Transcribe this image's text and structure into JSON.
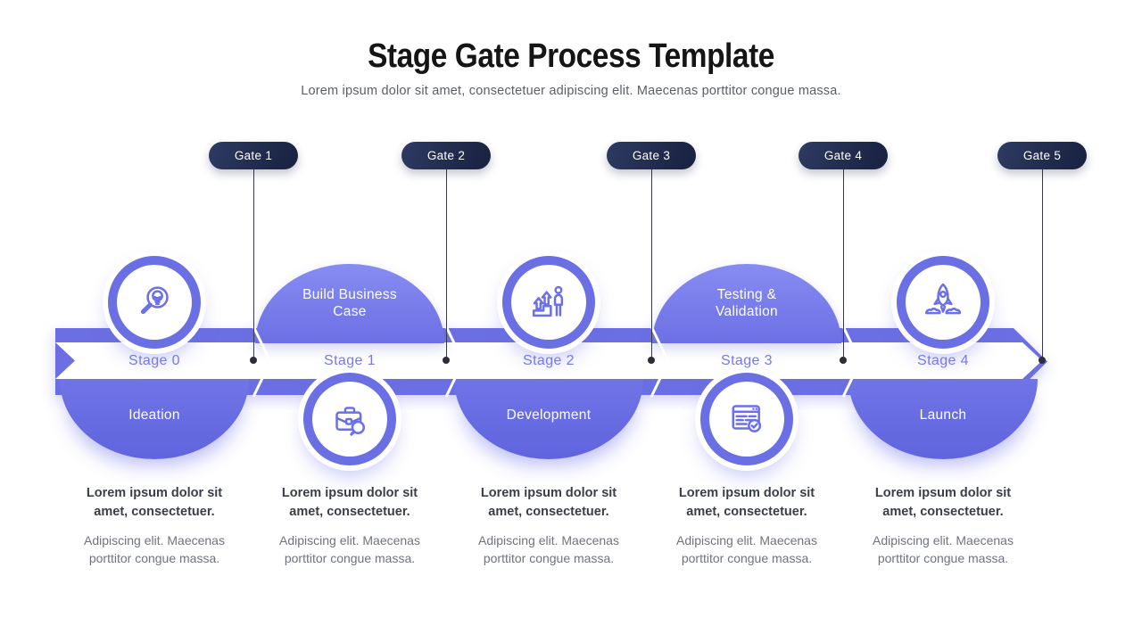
{
  "header": {
    "title": "Stage Gate Process Template",
    "subtitle": "Lorem ipsum dolor sit amet, consectetuer adipiscing elit. Maecenas porttitor congue massa."
  },
  "gates": [
    {
      "label": "Gate 1"
    },
    {
      "label": "Gate 2"
    },
    {
      "label": "Gate 3"
    },
    {
      "label": "Gate 4"
    },
    {
      "label": "Gate 5"
    }
  ],
  "stages": [
    {
      "stage_label": "Stage 0",
      "phase_label": "Ideation",
      "icon": "idea-search-icon",
      "desc_title": "Lorem ipsum dolor sit amet, consectetuer.",
      "desc_body": "Adipiscing elit. Maecenas porttitor congue massa."
    },
    {
      "stage_label": "Stage 1",
      "phase_label": "Build Business Case",
      "icon": "briefcase-search-icon",
      "desc_title": "Lorem ipsum dolor sit amet, consectetuer.",
      "desc_body": "Adipiscing elit. Maecenas porttitor congue massa."
    },
    {
      "stage_label": "Stage 2",
      "phase_label": "Development",
      "icon": "growth-steps-icon",
      "desc_title": "Lorem ipsum dolor sit amet, consectetuer.",
      "desc_body": "Adipiscing elit. Maecenas porttitor congue massa."
    },
    {
      "stage_label": "Stage 3",
      "phase_label": "Testing & Validation",
      "icon": "report-check-icon",
      "desc_title": "Lorem ipsum dolor sit amet, consectetuer.",
      "desc_body": "Adipiscing elit. Maecenas porttitor congue massa."
    },
    {
      "stage_label": "Stage 4",
      "phase_label": "Launch",
      "icon": "rocket-launch-icon",
      "desc_title": "Lorem ipsum dolor sit amet, consectetuer.",
      "desc_body": "Adipiscing elit. Maecenas porttitor congue massa."
    }
  ],
  "colors": {
    "accent_purple": "#6B6FE3",
    "gate_navy": "#202A4C",
    "connector_dark": "#3A3A45",
    "title_black": "#151515",
    "desc_title_dark": "#3A3F47",
    "desc_body_gray": "#6F747C",
    "stage_label_purple": "#767AE9"
  }
}
